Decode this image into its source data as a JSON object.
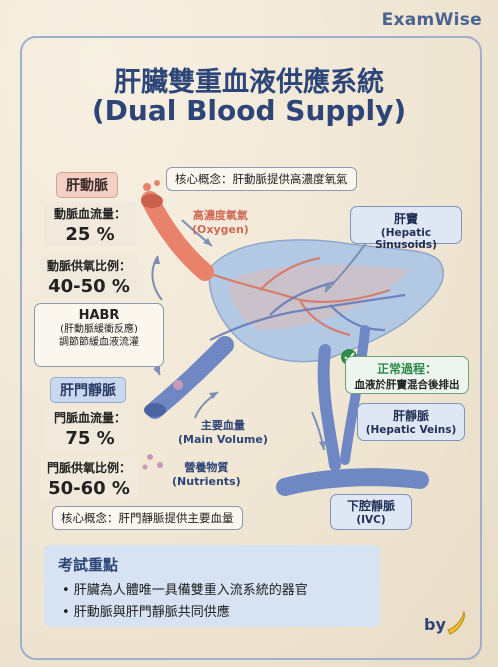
{
  "brand": "ExamWise",
  "title_line1": "肝臟雙重血液供應系統",
  "title_line2": "(Dual Blood Supply)",
  "core_top": "核心概念：肝動脈提供高濃度氧氣",
  "core_bottom": "核心概念：肝門靜脈提供主要血量",
  "artery": {
    "tag": "肝動脈",
    "flow_label": "動脈血流量：",
    "flow_value": "25 %",
    "oxy_label": "動脈供氧比例：",
    "oxy_value": "40-50 %"
  },
  "habr": {
    "title": "HABR",
    "line1": "(肝動脈緩衝反應)",
    "line2": "調節節緩血液流灌"
  },
  "portal": {
    "tag": "肝門靜脈",
    "flow_label": "門脈血流量：",
    "flow_value": "75 %",
    "oxy_label": "門脈供氧比例：",
    "oxy_value": "50-60 %"
  },
  "labels": {
    "oxygen_zh": "高濃度氧氣",
    "oxygen_en": "(Oxygen)",
    "volume_zh": "主要血量",
    "volume_en": "(Main Volume)",
    "nutrients_zh": "營養物質",
    "nutrients_en": "(Nutrients)"
  },
  "sinusoids": {
    "zh": "肝竇",
    "en": "(Hepatic Sinusoids)"
  },
  "process": {
    "title": "正常過程：",
    "text": "血液於肝竇混合後排出"
  },
  "hepatic_veins": {
    "zh": "肝靜脈",
    "en": "(Hepatic Veins)"
  },
  "ivc": {
    "zh": "下腔靜脈",
    "en": "(IVC)"
  },
  "exam": {
    "heading": "考試重點",
    "items": [
      "• 肝臟為人體唯一具備雙重入流系統的器官",
      "• 肝動脈與肝門靜脈共同供應"
    ]
  },
  "footer": {
    "by": "by",
    "icon": "banana-icon"
  },
  "colors": {
    "navy": "#2d4577",
    "artery": "#e8826a",
    "vein": "#6f88c4",
    "liver": "#a9c4e6",
    "check": "#2f8a4a"
  }
}
